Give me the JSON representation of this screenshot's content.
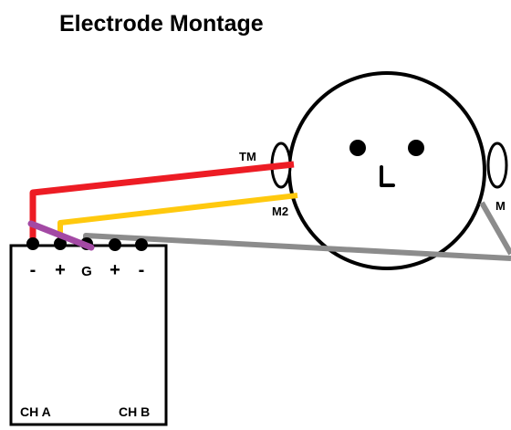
{
  "diagram": {
    "title": "Electrode Montage",
    "head": {
      "electrode_labels": {
        "left_upper": "TM",
        "left_lower": "M2",
        "right": "M"
      }
    },
    "box": {
      "terminals": [
        "-",
        "+",
        "G",
        "+",
        "-"
      ],
      "channel_labels": [
        "CH A",
        "CH B"
      ]
    },
    "wires": [
      {
        "name": "red-wire",
        "color": "#ed1c24"
      },
      {
        "name": "yellow-wire",
        "color": "#ffc90e"
      },
      {
        "name": "purple-wire",
        "color": "#a349a4"
      },
      {
        "name": "gray-wire",
        "color": "#8c8c8c"
      }
    ]
  }
}
